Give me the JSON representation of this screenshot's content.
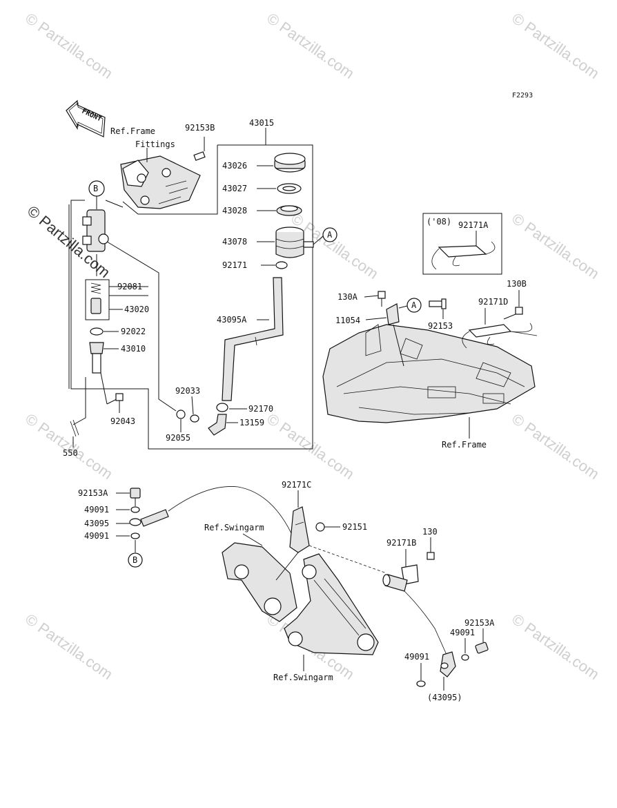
{
  "figure_code": "F2293",
  "watermark": "© Partzilla.com",
  "front_arrow": "FRONT",
  "circle_refs": {
    "a": "A",
    "b": "B"
  },
  "labels": {
    "ref_frame_fittings_1": "Ref.Frame",
    "ref_frame_fittings_2": "Fittings",
    "p92153B": "92153B",
    "p43015": "43015",
    "p43026": "43026",
    "p43027": "43027",
    "p43028": "43028",
    "p43078": "43078",
    "p92171": "92171",
    "p92081": "92081",
    "p43020": "43020",
    "p92022": "92022",
    "p43010": "43010",
    "p43095A": "43095A",
    "p92033": "92033",
    "p92170": "92170",
    "p13159": "13159",
    "p92043": "92043",
    "p92055": "92055",
    "p550": "550",
    "p08": "('08)",
    "p92171A": "92171A",
    "p130B": "130B",
    "p130A": "130A",
    "p92171D": "92171D",
    "p11054": "11054",
    "p92153": "92153",
    "ref_frame": "Ref.Frame",
    "p92153A_1": "92153A",
    "p49091_1": "49091",
    "p43095": "43095",
    "p49091_2": "49091",
    "p92171C": "92171C",
    "p92151": "92151",
    "ref_swingarm_1": "Ref.Swingarm",
    "p130": "130",
    "p92171B": "92171B",
    "p92153A_2": "92153A",
    "p49091_3": "49091",
    "p49091_4": "49091",
    "p43095_paren": "(43095)",
    "ref_swingarm_2": "Ref.Swingarm"
  }
}
